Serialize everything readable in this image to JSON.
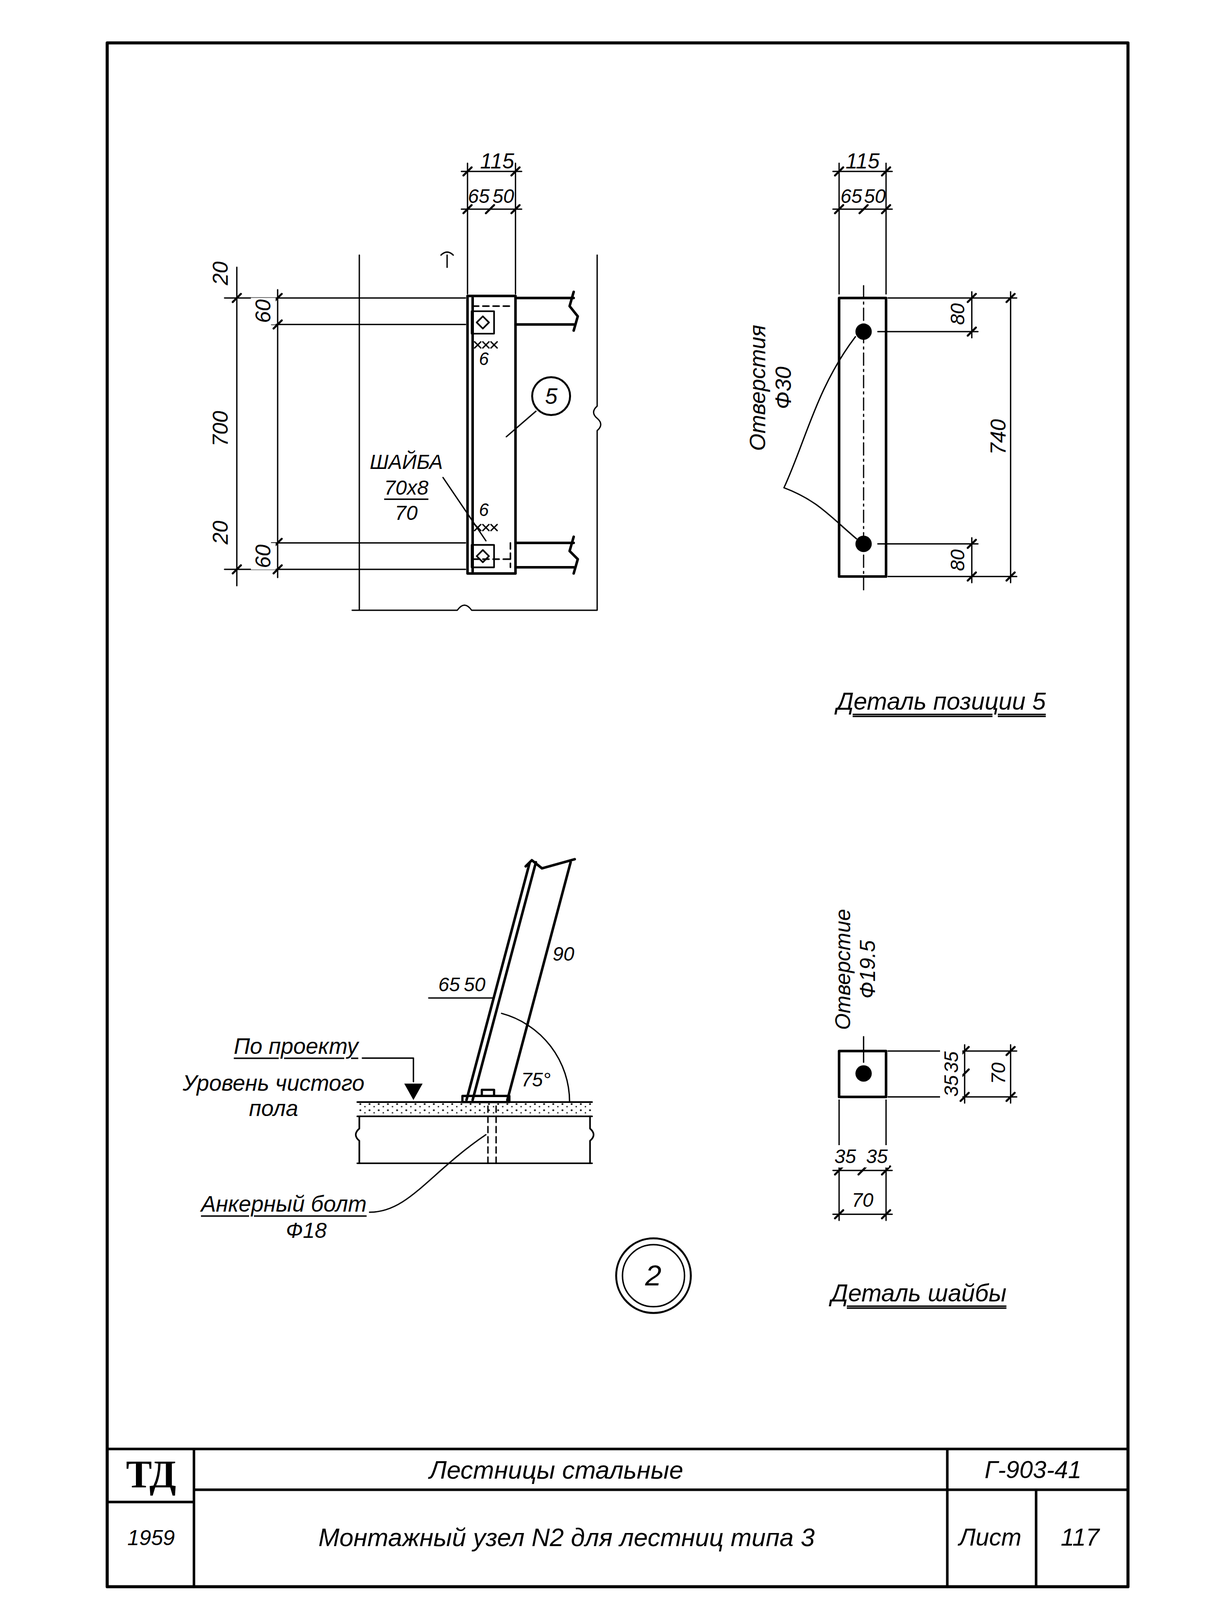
{
  "diagram": {
    "nodes": [
      {
        "text": [
          "5"
        ]
      },
      {
        "text": [
          "2"
        ]
      }
    ],
    "labels": [
      "115",
      "65",
      "50",
      "20",
      "60",
      "700",
      "20",
      "60",
      "ШАЙБА",
      "70x8",
      "70",
      "6",
      "6",
      "115",
      "65",
      "50",
      "Отверстия Ф30",
      "80",
      "740",
      "80",
      "Деталь позиции 5",
      "65",
      "50",
      "90",
      "По проекту",
      "Уровень чистого пола",
      "75°",
      "Анкерный болт",
      "Ф18",
      "Отверстие Ф19.5",
      "35",
      "35",
      "70",
      "35",
      "35",
      "70",
      "Деталь шайбы",
      "ТД",
      "1959",
      "Лестницы стальные",
      "Г-903-41",
      "Монтажный узел N2 для лестниц типа 3",
      "Лист",
      "117"
    ]
  }
}
